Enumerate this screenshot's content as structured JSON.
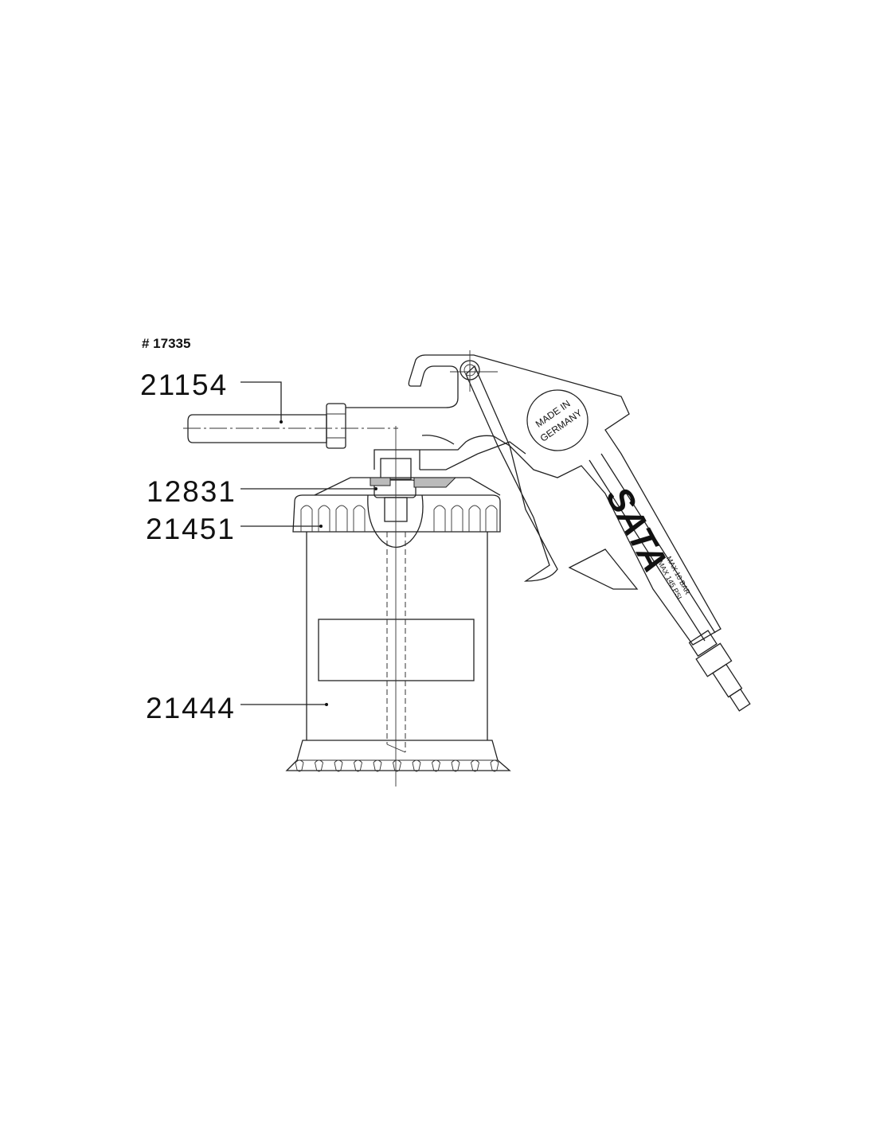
{
  "drawing": {
    "reference_number": "# 17335",
    "parts": [
      {
        "number": "21154"
      },
      {
        "number": "12831"
      },
      {
        "number": "21451"
      },
      {
        "number": "21444"
      }
    ],
    "stamp": {
      "line1": "MADE IN",
      "line2": "GERMANY"
    },
    "brand": "SATA",
    "rating": {
      "line1": "MAX  10  BAR",
      "line2": "MAX  145  PSI"
    }
  }
}
